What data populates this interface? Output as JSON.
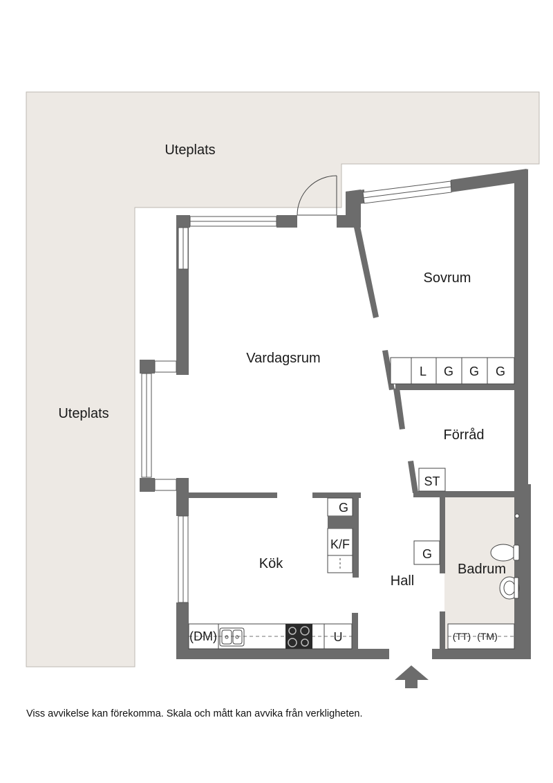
{
  "rooms": {
    "uteplats_top": "Uteplats",
    "uteplats_left": "Uteplats",
    "sovrum": "Sovrum",
    "vardagsrum": "Vardagsrum",
    "forrad": "Förråd",
    "kok": "Kök",
    "hall": "Hall",
    "badrum": "Badrum"
  },
  "fixtures": {
    "wardrobe_l": "L",
    "wardrobe_g1": "G",
    "wardrobe_g2": "G",
    "wardrobe_g3": "G",
    "storage_st": "ST",
    "kitchen_g": "G",
    "fridge_freezer": "K/F",
    "hall_g": "G",
    "dishwasher": "(DM)",
    "oven": "U",
    "dryer": "(TT)",
    "washer": "(TM)"
  },
  "disclaimer": "Viss avvikelse kan förekomma. Skala och mått kan avvika från verkligheten.",
  "colors": {
    "terrace": "#ede9e4",
    "wall": "#6c6c6c",
    "bathroom_floor": "#ede9e4",
    "line": "#333333"
  }
}
